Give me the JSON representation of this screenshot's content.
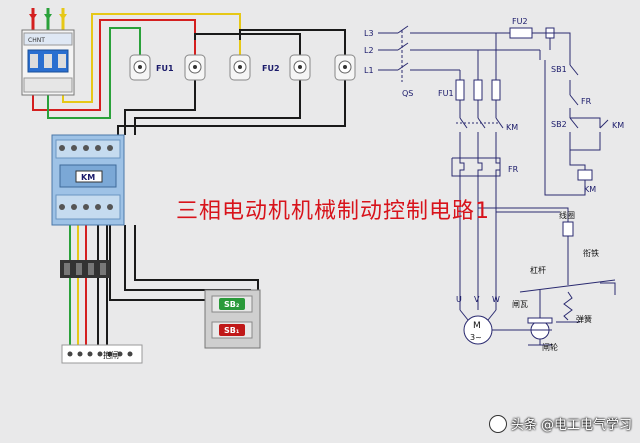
{
  "title": "三相电动机机械制动控制电路1",
  "watermark": "头条 @电工电气学习",
  "photo_labels": {
    "fu1": "FU1",
    "fu2": "FU2",
    "km": "KM",
    "sb2": "SB₂",
    "sb1": "SB₁",
    "brake": "抱闸",
    "breaker_brand": "CHNT"
  },
  "schematic_labels": {
    "l3": "L3",
    "l2": "L2",
    "l1": "L1",
    "qs": "QS",
    "fu1": "FU1",
    "fu2": "FU2",
    "km_main": "KM",
    "fr_main": "FR",
    "sb1": "SB1",
    "fr_ctrl": "FR",
    "sb2": "SB2",
    "km_aux": "KM",
    "km_coil": "KM",
    "u": "U",
    "v": "V",
    "w": "W",
    "motor_m": "M",
    "motor_3": "3~",
    "coil": "线圈",
    "armature": "衔铁",
    "lever": "杠杆",
    "brake_shoe": "闸瓦",
    "spring": "弹簧",
    "brake_wheel": "闸轮"
  },
  "colors": {
    "title": "#d8131b",
    "wire_red": "#d41f1f",
    "wire_green": "#2aa13a",
    "wire_yellow": "#e6c817",
    "wire_black": "#1a1a1a",
    "line": "#2a2a70"
  }
}
